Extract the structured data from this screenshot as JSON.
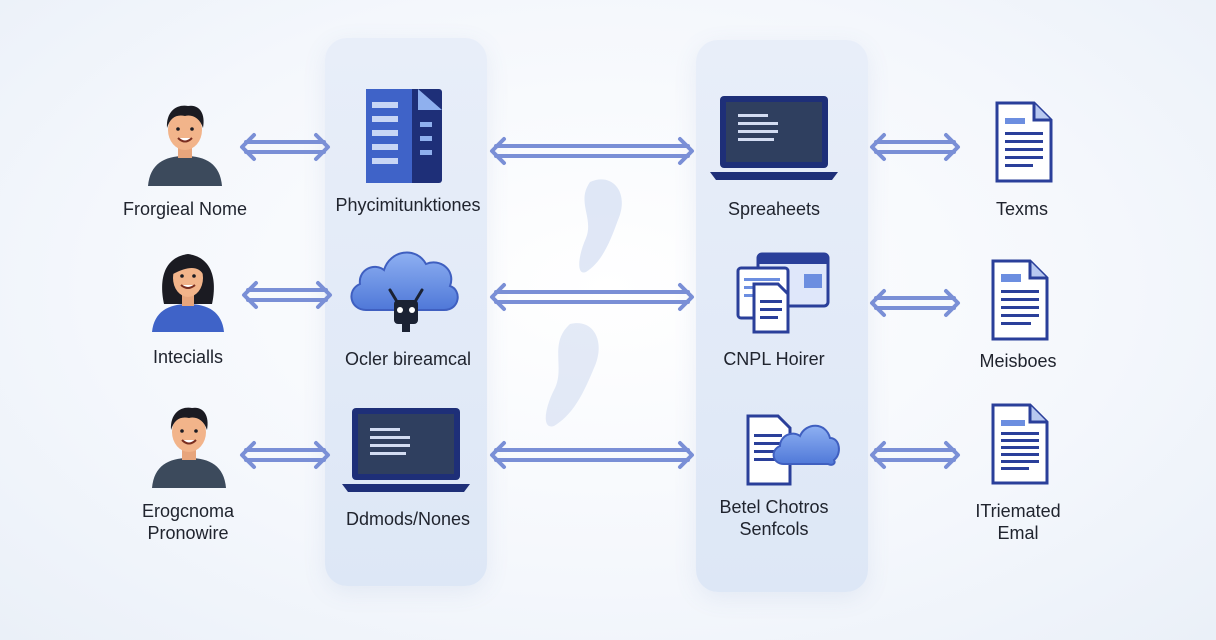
{
  "users": [
    {
      "label": "Frorgieal Nome",
      "icon": "male-user-icon"
    },
    {
      "label": "Intecialls",
      "icon": "female-user-icon"
    },
    {
      "label_lines": [
        "Erogcnoma",
        "Pronowire"
      ],
      "icon": "male-user-icon"
    }
  ],
  "systems": [
    {
      "label": "Phycimitunktiones",
      "icon": "document-server-icon"
    },
    {
      "label": "Ocler bireamcal",
      "icon": "cloud-robot-icon"
    },
    {
      "label": "Ddmods/Nones",
      "icon": "laptop-icon"
    }
  ],
  "tools": [
    {
      "label": "Spreaheets",
      "icon": "laptop-icon"
    },
    {
      "label": "CNPL Hoirer",
      "icon": "documents-windows-icon"
    },
    {
      "label_lines": [
        "Betel Chotros",
        "Senfcols"
      ],
      "icon": "document-cloud-icon"
    }
  ],
  "outputs": [
    {
      "label": "Texms",
      "icon": "document-icon"
    },
    {
      "label": "Meisboes",
      "icon": "document-icon"
    },
    {
      "label_lines": [
        "ITriemated",
        "Emal"
      ],
      "icon": "document-icon"
    }
  ],
  "colors": {
    "accent": "#3f5fc0",
    "navy": "#1e2f78",
    "arrow": "#7a8fd6",
    "skin": "#f2b48a",
    "hair": "#1b1b22",
    "shirt_gray": "#3c4a5c",
    "shirt_blue": "#3f63c8"
  }
}
